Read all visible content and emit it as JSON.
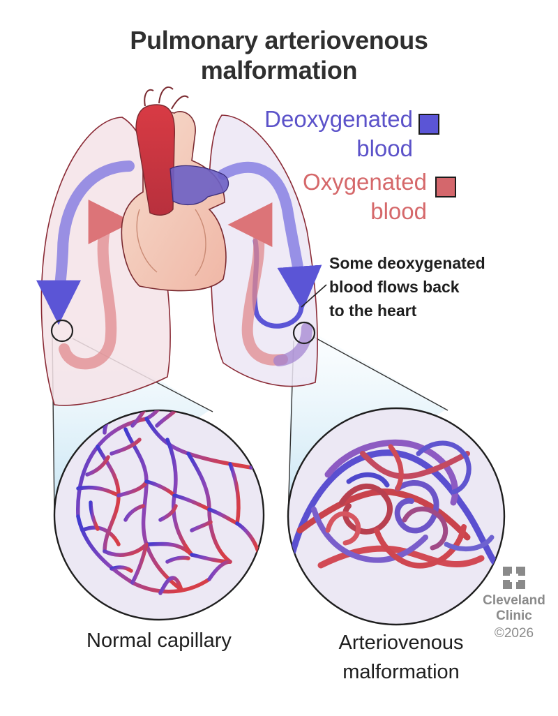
{
  "title": {
    "line1": "Pulmonary arteriovenous",
    "line2": "malformation"
  },
  "legend": {
    "deoxygenated": {
      "line1": "Deoxygenated",
      "line2": "blood",
      "color": "#5b55d6"
    },
    "oxygenated": {
      "line1": "Oxygenated",
      "line2": "blood",
      "color": "#d4676c"
    }
  },
  "annotation": {
    "line1": "Some deoxygenated",
    "line2": "blood flows back",
    "line3": "to the heart"
  },
  "captions": {
    "normal": "Normal capillary",
    "avm_line1": "Arteriovenous",
    "avm_line2": "malformation"
  },
  "brand": {
    "name_line1": "Cleveland",
    "name_line2": "Clinic",
    "copyright": "©2026",
    "logo_icon": "cleveland-clinic-cross-icon"
  },
  "colors": {
    "deoxygenated_vessel": "#4b44c8",
    "oxygenated_vessel": "#d2454a",
    "lung_fill": "#f4e6ea",
    "heart": "#f3c9b6"
  }
}
